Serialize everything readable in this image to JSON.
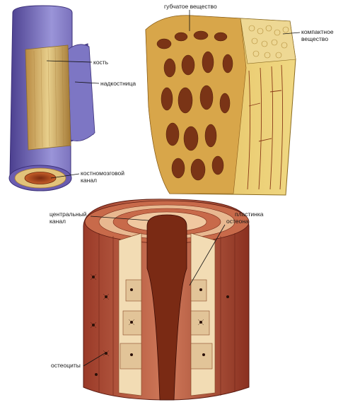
{
  "colors": {
    "periosteum": "#8a84c8",
    "periosteum_dark": "#4b3f8f",
    "bone": "#d8b870",
    "bone_dark": "#a57a36",
    "marrow": "#b04a1e",
    "spongy": "#7a3416",
    "compact": "#e6c86a",
    "osteon_red": "#b8503a",
    "osteon_light": "#f2dcb4"
  },
  "labels": {
    "bone": "кость",
    "periosteum": "надкостница",
    "marrow_canal_line1": "костномозговой",
    "marrow_canal_line2": "канал",
    "spongy": "губчатое вещество",
    "compact_line1": "компактное",
    "compact_line2": "вещество",
    "central_line1": "центральный",
    "central_line2": "канал",
    "lamella_line1": "пластинка",
    "lamella_line2": "остеона",
    "osteocytes": "остеоциты"
  }
}
